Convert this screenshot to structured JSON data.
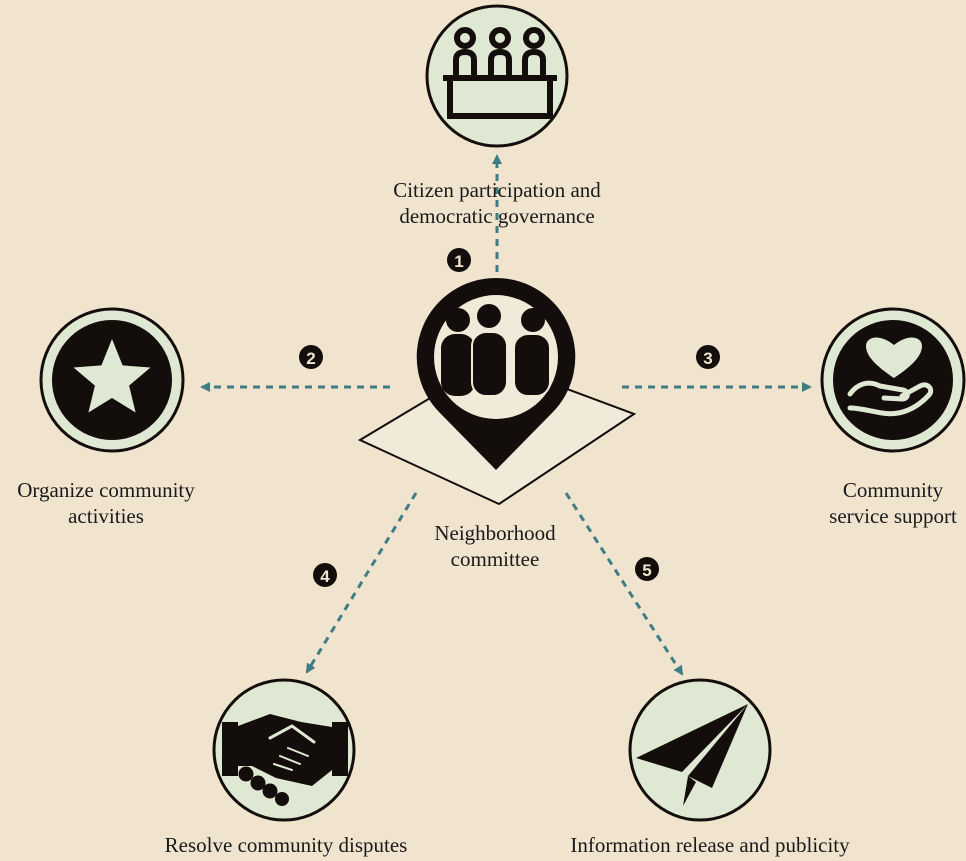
{
  "center": {
    "lines": [
      "Neighborhood",
      "committee"
    ],
    "icon": "people-location-pin-icon"
  },
  "functions": [
    {
      "number": "1",
      "lines": [
        "Citizen participation and",
        "democratic governance"
      ],
      "icon": "assembly-podium-icon"
    },
    {
      "number": "2",
      "lines": [
        "Organize community",
        "activities"
      ],
      "icon": "star-icon"
    },
    {
      "number": "3",
      "lines": [
        "Community",
        "service support"
      ],
      "icon": "heart-in-hand-icon"
    },
    {
      "number": "4",
      "lines": [
        "Resolve community disputes"
      ],
      "icon": "handshake-icon"
    },
    {
      "number": "5",
      "lines": [
        "Information release and publicity"
      ],
      "icon": "paper-plane-icon"
    }
  ],
  "colors": {
    "background": "#f1e4cf",
    "node_fill": "#dfe8d2",
    "icon_dark": "#130d0b",
    "arrow": "#3f7d83",
    "platform": "#f2ead9"
  }
}
